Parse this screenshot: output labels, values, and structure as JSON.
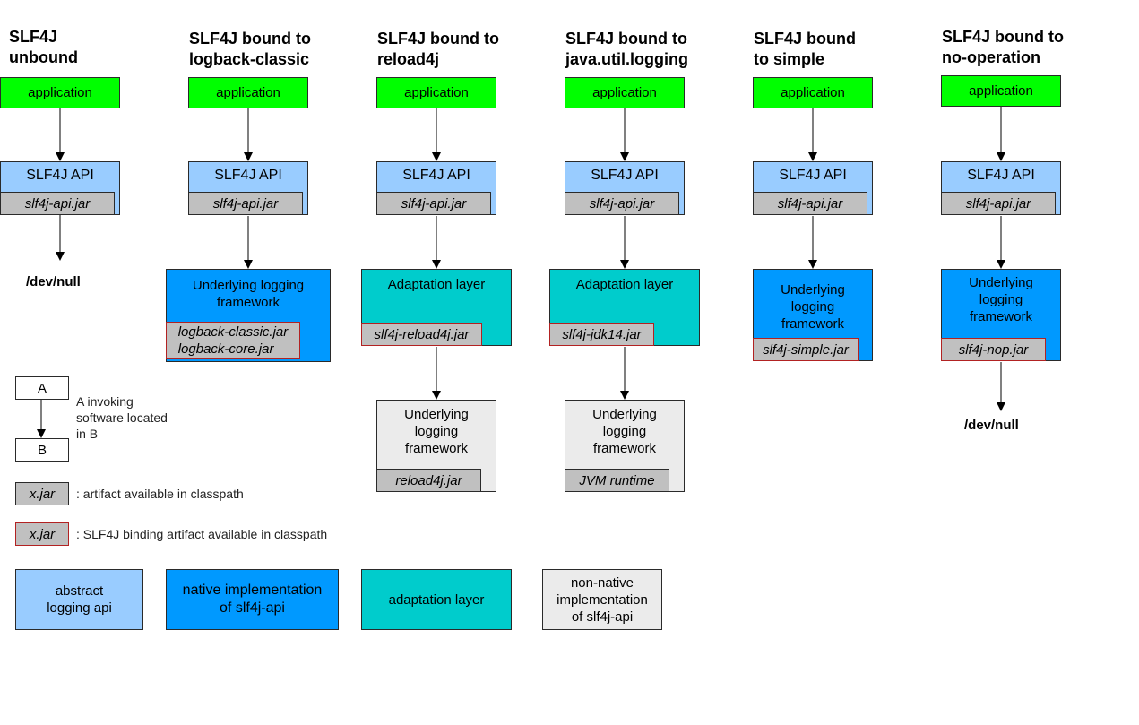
{
  "columns": {
    "unbound": {
      "title": "SLF4J\nunbound",
      "app": "application",
      "api": "SLF4J API",
      "api_jar": "slf4j-api.jar",
      "sink": "/dev/null"
    },
    "logback": {
      "title": "SLF4J bound to\nlogback-classic",
      "app": "application",
      "api": "SLF4J API",
      "api_jar": "slf4j-api.jar",
      "impl": "Underlying logging\nframework",
      "impl_jar": "logback-classic.jar\nlogback-core.jar"
    },
    "reload4j": {
      "title": "SLF4J bound to\nreload4j",
      "app": "application",
      "api": "SLF4J API",
      "api_jar": "slf4j-api.jar",
      "adapt": "Adaptation layer",
      "adapt_jar": "slf4j-reload4j.jar",
      "impl": "Underlying\nlogging\nframework",
      "impl_jar": "reload4j.jar"
    },
    "jul": {
      "title": "SLF4J bound to\njava.util.logging",
      "app": "application",
      "api": "SLF4J API",
      "api_jar": "slf4j-api.jar",
      "adapt": "Adaptation layer",
      "adapt_jar": "slf4j-jdk14.jar",
      "impl": "Underlying\nlogging\nframework",
      "impl_jar": "JVM runtime"
    },
    "simple": {
      "title": "SLF4J bound\nto simple",
      "app": "application",
      "api": "SLF4J API",
      "api_jar": "slf4j-api.jar",
      "impl": "Underlying\nlogging\nframework",
      "impl_jar": "slf4j-simple.jar"
    },
    "nop": {
      "title": "SLF4J bound to\nno-operation",
      "app": "application",
      "api": "SLF4J API",
      "api_jar": "slf4j-api.jar",
      "impl": "Underlying\nlogging\nframework",
      "impl_jar": "slf4j-nop.jar",
      "sink": "/dev/null"
    }
  },
  "legend": {
    "box_a": "A",
    "box_b": "B",
    "invoke_text": "A invoking\nsoftware located\nin B",
    "jar_label": "x.jar",
    "jar_text": ": artifact available in classpath",
    "binding_jar_label": "x.jar",
    "binding_jar_text": ": SLF4J binding artifact available in classpath",
    "abstract": "abstract\nlogging api",
    "native": "native implementation\nof slf4j-api",
    "adaptation": "adaptation layer",
    "nonnative": "non-native\nimplementation\nof slf4j-api"
  },
  "colors": {
    "application": "#00ff00",
    "abstract_api": "#99ccff",
    "native_impl": "#0099ff",
    "adaptation": "#00cccc",
    "non_native": "#ebebeb",
    "jar": "#c0c0c0",
    "binding_border": "#b22222"
  }
}
